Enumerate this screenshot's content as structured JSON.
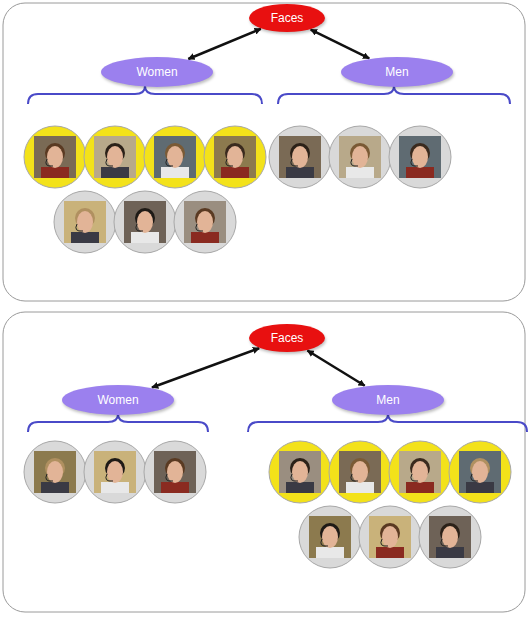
{
  "diagram": {
    "nodes": [
      {
        "text": [
          "Faces"
        ]
      },
      {
        "text": [
          "Women"
        ]
      },
      {
        "text": [
          "Men"
        ]
      },
      {
        "text": [
          "Faces"
        ]
      },
      {
        "text": [
          "Women"
        ]
      },
      {
        "text": [
          "Men"
        ]
      }
    ],
    "edges": [
      {
        "from": 0,
        "to": 1,
        "arrow": "both"
      },
      {
        "from": 0,
        "to": 2,
        "arrow": "both"
      },
      {
        "from": 3,
        "to": 4,
        "arrow": "both"
      },
      {
        "from": 3,
        "to": 5,
        "arrow": "both"
      }
    ]
  }
}
